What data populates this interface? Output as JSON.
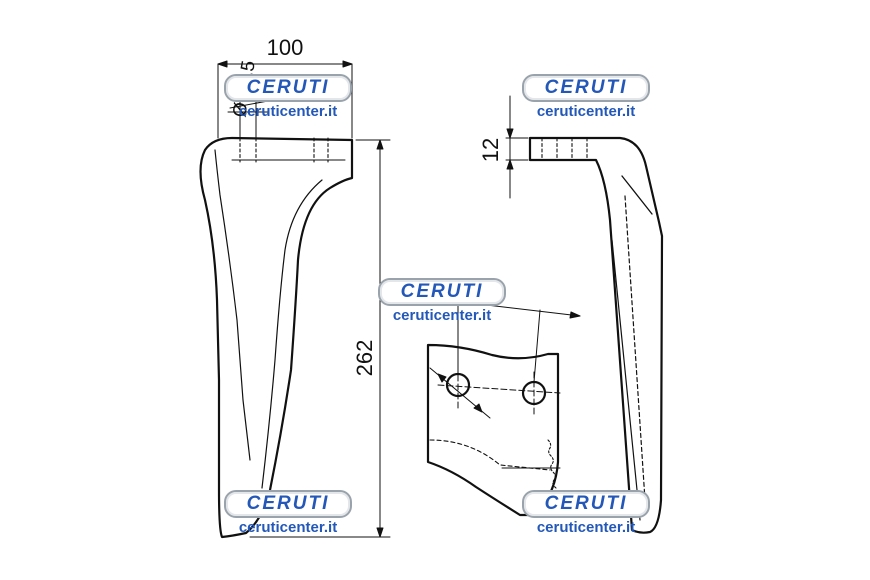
{
  "dimensions": {
    "width_top": "100",
    "diameter": "Ø 12,5",
    "height": "262",
    "thickness": "12"
  },
  "watermark": {
    "brand": "CERUTI",
    "url": "ceruticenter.it"
  },
  "colors": {
    "brand": "#2358b8",
    "line": "#111111"
  }
}
